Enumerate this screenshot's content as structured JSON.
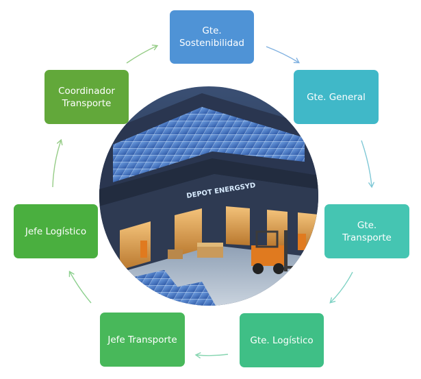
{
  "nodes": [
    {
      "id": "n1",
      "lines": [
        "Gte.",
        "Sostenibilidad"
      ],
      "color": "#4f93d6"
    },
    {
      "id": "n2",
      "lines": [
        "Gte. General"
      ],
      "color": "#40b8c8"
    },
    {
      "id": "n3",
      "lines": [
        "Gte.",
        "Transporte"
      ],
      "color": "#45c5b2"
    },
    {
      "id": "n4",
      "lines": [
        "Gte. Logístico"
      ],
      "color": "#3fbf86"
    },
    {
      "id": "n5",
      "lines": [
        "Jefe Transporte"
      ],
      "color": "#48b85a"
    },
    {
      "id": "n6",
      "lines": [
        "Jefe Logístico"
      ],
      "color": "#4aaf3f"
    },
    {
      "id": "n7",
      "lines": [
        "Coordinador",
        "Transporte"
      ],
      "color": "#62a83a"
    }
  ],
  "center_image": {
    "sign_text": "DEPOT ENERGSYD"
  },
  "arrow_colors": [
    "#7fb0e0",
    "#7fc8d6",
    "#7fd2c4",
    "#86d5b0",
    "#8cd08e",
    "#95cc86"
  ]
}
